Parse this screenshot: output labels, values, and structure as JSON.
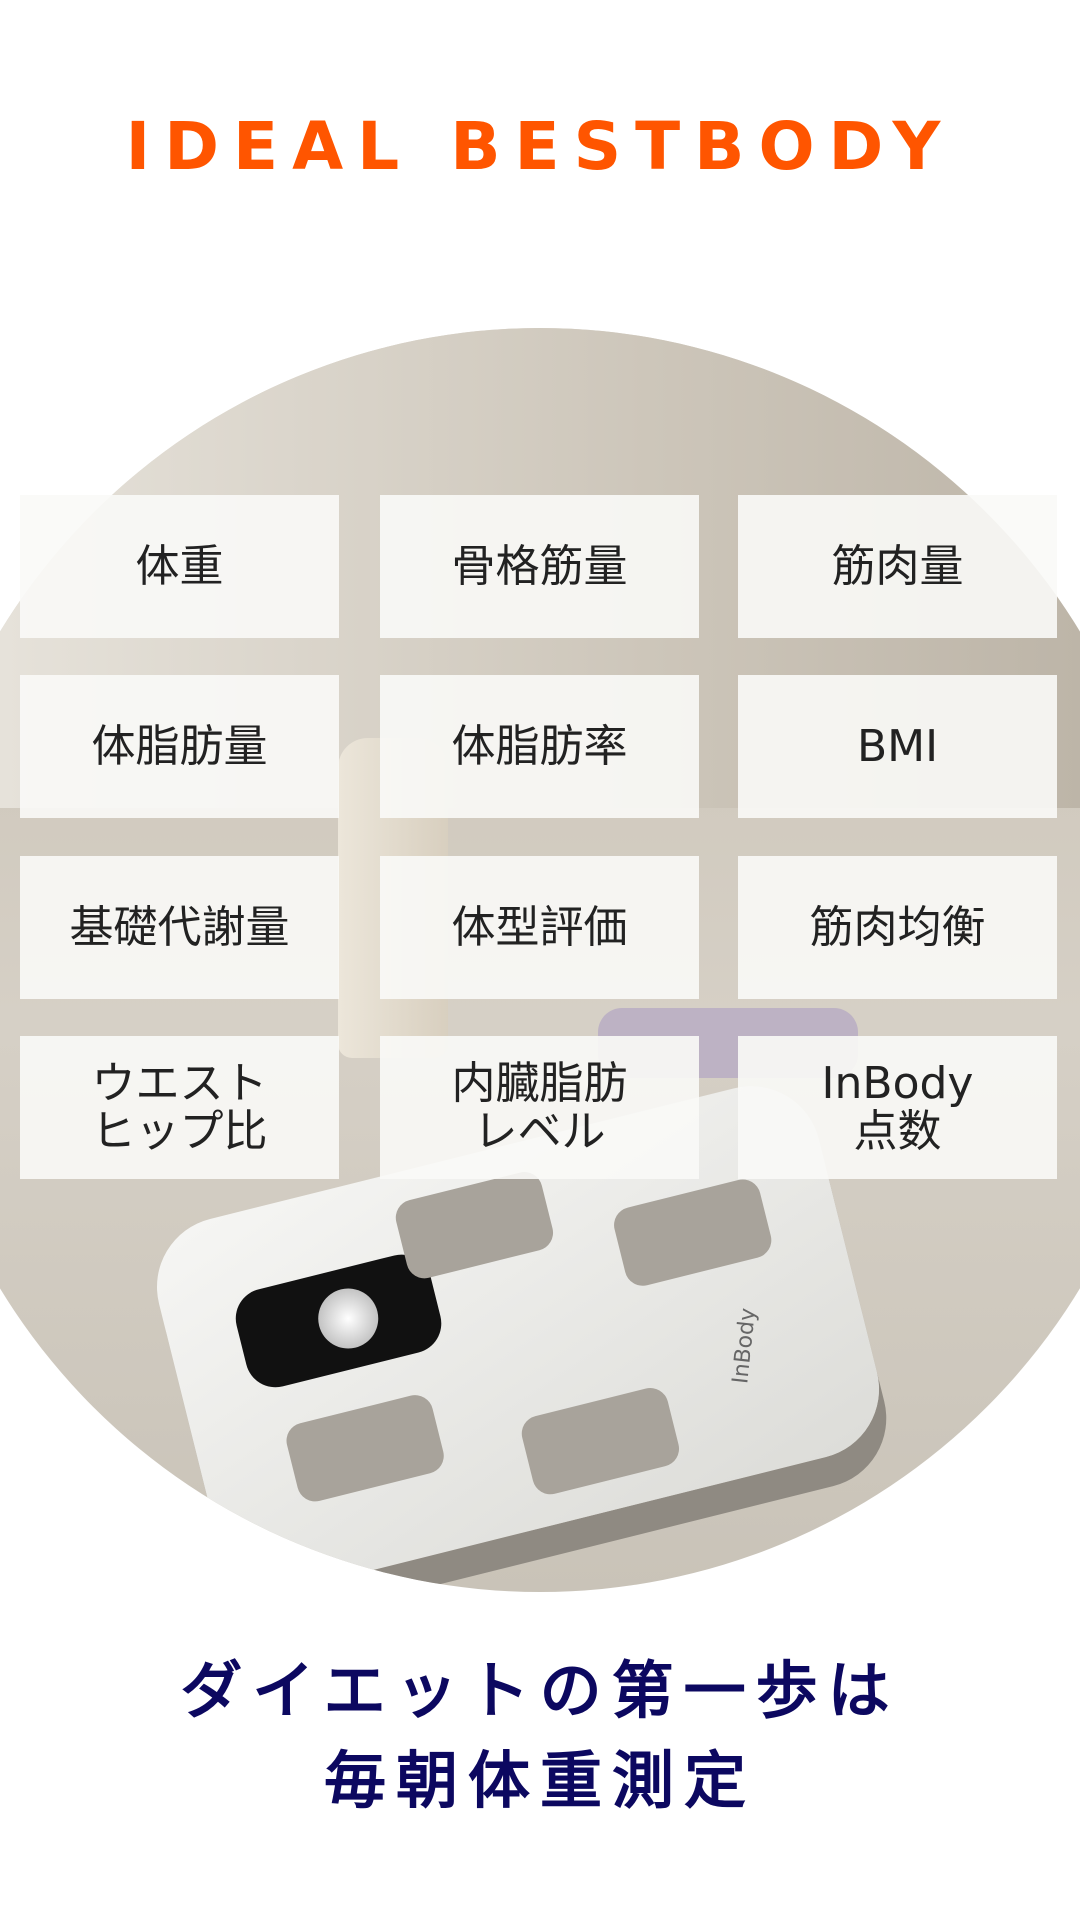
{
  "header": {
    "title": "IDEAL BESTBODY"
  },
  "photo": {
    "brand_label": "InBody"
  },
  "metrics": [
    {
      "label": "体重"
    },
    {
      "label": "骨格筋量"
    },
    {
      "label": "筋肉量"
    },
    {
      "label": "体脂肪量"
    },
    {
      "label": "体脂肪率"
    },
    {
      "label": "BMI"
    },
    {
      "label": "基礎代謝量"
    },
    {
      "label": "体型評価"
    },
    {
      "label": "筋肉均衡"
    },
    {
      "label": "ウエスト\nヒップ比"
    },
    {
      "label": "内臓脂肪\nレベル"
    },
    {
      "label": "InBody\n点数"
    }
  ],
  "tagline": {
    "line1": "ダイエットの第一歩は",
    "line2": "毎朝体重測定"
  },
  "colors": {
    "title": "#ff5500",
    "tagline": "#0c0860"
  }
}
